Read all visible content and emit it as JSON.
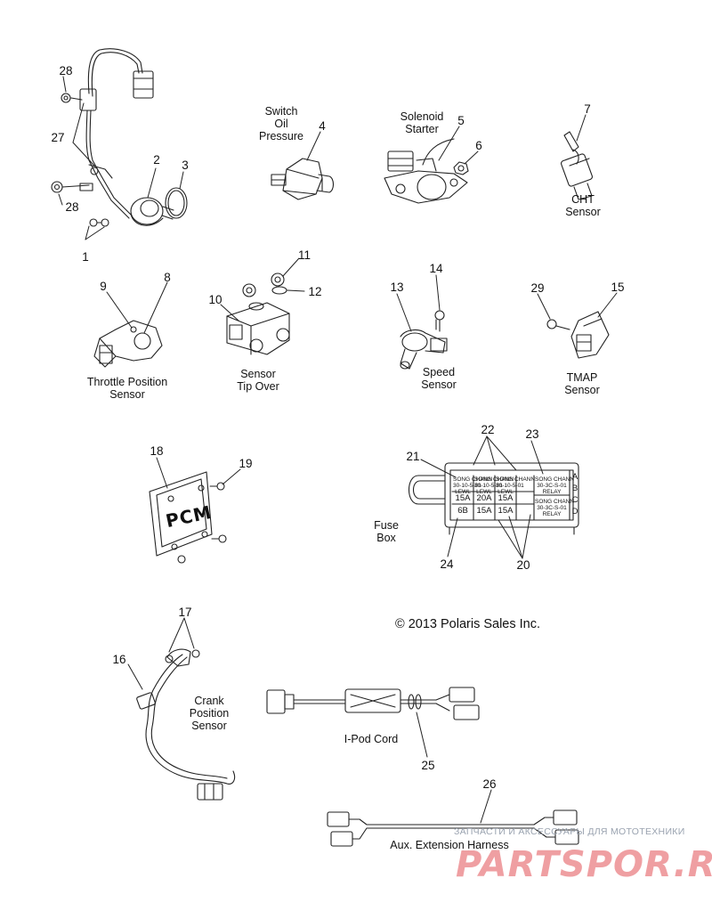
{
  "diagram": {
    "captions": {
      "switch_oil_pressure": [
        "Switch",
        "Oil",
        "Pressure"
      ],
      "solenoid_starter": [
        "Solenoid",
        "Starter"
      ],
      "cht_sensor": [
        "CHT",
        "Sensor"
      ],
      "throttle_position_sensor": [
        "Throttle Position",
        "Sensor"
      ],
      "sensor_tip_over": [
        "Sensor",
        "Tip Over"
      ],
      "speed_sensor": [
        "Speed",
        "Sensor"
      ],
      "tmap_sensor": [
        "TMAP",
        "Sensor"
      ],
      "fuse_box": [
        "Fuse",
        "Box"
      ],
      "crank_position_sensor": [
        "Crank",
        "Position",
        "Sensor"
      ],
      "ipod_cord": "I-Pod Cord",
      "aux_extension_harness": "Aux. Extension Harness"
    },
    "callouts": [
      "1",
      "2",
      "3",
      "4",
      "5",
      "6",
      "7",
      "8",
      "9",
      "10",
      "11",
      "12",
      "13",
      "14",
      "15",
      "16",
      "17",
      "18",
      "19",
      "20",
      "21",
      "22",
      "23",
      "24",
      "25",
      "26",
      "27",
      "28",
      "29"
    ],
    "pcm_label": "PCM",
    "fuse_box": {
      "row_letters": [
        "A",
        "B",
        "C",
        "D"
      ],
      "top_cells": [
        "SONG CHANN\n30-10-5-01\nLEWL",
        "SONG CHANN\n30-10-5-01\nLEWL",
        "SONG CHANN\n30-10-5-01\nLEWL"
      ],
      "relay_top": "SONG CHANN\n30-3C-S-01\nRELAY",
      "relay_bottom": "SONG CHANN\n30-3C-S-01\nRELAY",
      "fuse_amps_row1": [
        "15A",
        "20A",
        "15A"
      ],
      "fuse_amps_row2": [
        "6B",
        "15A",
        "15A"
      ]
    },
    "copyright": "© 2013 Polaris Sales Inc."
  },
  "watermark": {
    "tagline": "ЗАПЧАСТИ И АКСЕССУАРЫ ДЛЯ МОТОТЕХНИКИ",
    "brand": "PARTSPOR.RU"
  }
}
